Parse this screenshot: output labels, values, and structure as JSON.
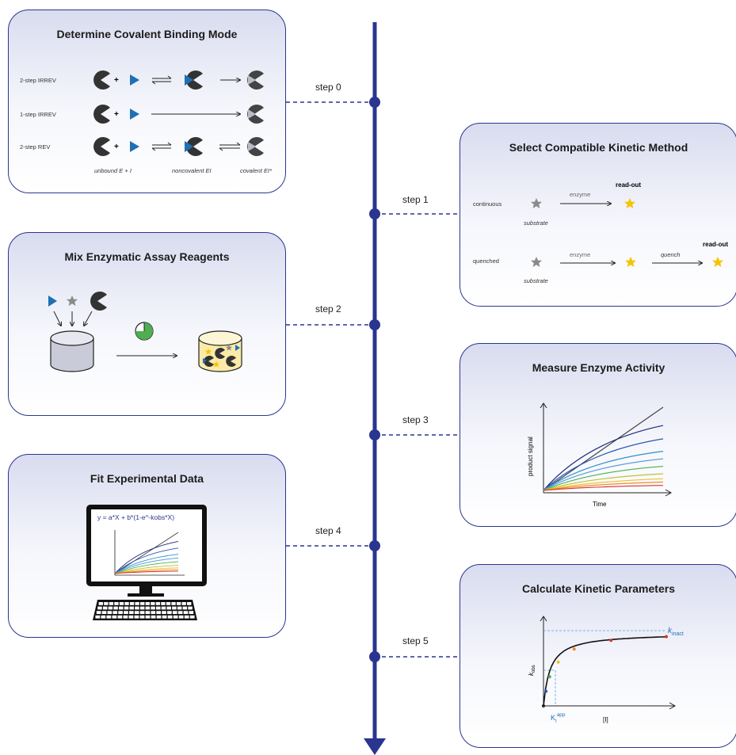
{
  "timeline": {
    "steps": [
      "step 0",
      "step 1",
      "step 2",
      "step 3",
      "step 4",
      "step 5"
    ],
    "colors": {
      "main": "#2a3590",
      "accent": "#1f6fb5",
      "star": "#f5c400",
      "grey": "#8a8a8a"
    }
  },
  "panel_binding": {
    "title": "Determine Covalent Binding Mode",
    "rows": [
      "2-step IRREV",
      "1-step IRREV",
      "2-step REV"
    ],
    "plus": "+",
    "captions": [
      "unbound E + I",
      "noncovalent EI",
      "covalent EI*"
    ]
  },
  "panel_method": {
    "title": "Select Compatible Kinetic Method",
    "continuous": "continuous",
    "quenched": "quenched",
    "substrate": "substrate",
    "enzyme": "enzyme",
    "readout": "read-out",
    "quench": "quench"
  },
  "panel_mix": {
    "title": "Mix Enzymatic Assay Reagents"
  },
  "panel_measure": {
    "title": "Measure Enzyme Activity",
    "ylabel": "product signal",
    "xlabel": "Time"
  },
  "panel_fit": {
    "title": "Fit Experimental Data",
    "equation": "y = a*X + b*(1-e^-kobs*X)"
  },
  "panel_calc": {
    "title": "Calculate Kinetic Parameters",
    "ylabel_k": "k",
    "ylabel_sub": "obs",
    "xlabel": "[I]",
    "kinact_k": "k",
    "kinact_sub": "inact",
    "ki_k": "K",
    "ki_sub": "I",
    "ki_sup": "app"
  },
  "chart_data": [
    {
      "type": "line",
      "xlabel": "Time",
      "ylabel": "product signal",
      "series": [
        {
          "color": "#444444",
          "values": [
            0,
            1.0
          ]
        },
        {
          "color": "#1f2a7a",
          "values": [
            0,
            0.78
          ]
        },
        {
          "color": "#2a55b0",
          "values": [
            0,
            0.62
          ]
        },
        {
          "color": "#2f8fd0",
          "values": [
            0,
            0.47
          ]
        },
        {
          "color": "#5aa0d8",
          "values": [
            0,
            0.38
          ]
        },
        {
          "color": "#4fae4f",
          "values": [
            0,
            0.29
          ]
        },
        {
          "color": "#b7c238",
          "values": [
            0,
            0.2
          ]
        },
        {
          "color": "#f2c02a",
          "values": [
            0,
            0.14
          ]
        },
        {
          "color": "#f08a2a",
          "values": [
            0,
            0.1
          ]
        },
        {
          "color": "#d8352a",
          "values": [
            0,
            0.06
          ]
        }
      ]
    },
    {
      "type": "scatter",
      "xlabel": "[I]",
      "ylabel": "kobs",
      "points": [
        {
          "x": 0.0,
          "y": 0.0,
          "color": "#222222"
        },
        {
          "x": 0.02,
          "y": 0.2,
          "color": "#2a55b0"
        },
        {
          "x": 0.05,
          "y": 0.4,
          "color": "#4fae4f"
        },
        {
          "x": 0.12,
          "y": 0.6,
          "color": "#f2c02a"
        },
        {
          "x": 0.25,
          "y": 0.78,
          "color": "#f08a2a"
        },
        {
          "x": 0.55,
          "y": 0.9,
          "color": "#d8352a"
        },
        {
          "x": 1.0,
          "y": 0.95,
          "color": "#d8352a"
        }
      ]
    }
  ]
}
